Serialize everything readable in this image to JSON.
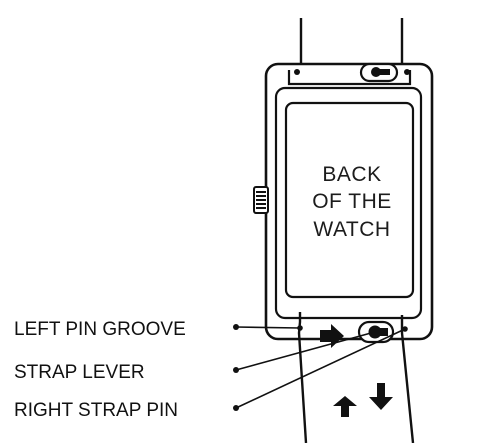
{
  "watch_back_text": [
    "BACK",
    "OF THE",
    "WATCH"
  ],
  "callouts": {
    "left_pin_groove": "LEFT PIN GROOVE",
    "strap_lever": "STRAP LEVER",
    "right_strap_pin": "RIGHT STRAP PIN"
  },
  "colors": {
    "ink": "#111111",
    "background": "#ffffff"
  }
}
